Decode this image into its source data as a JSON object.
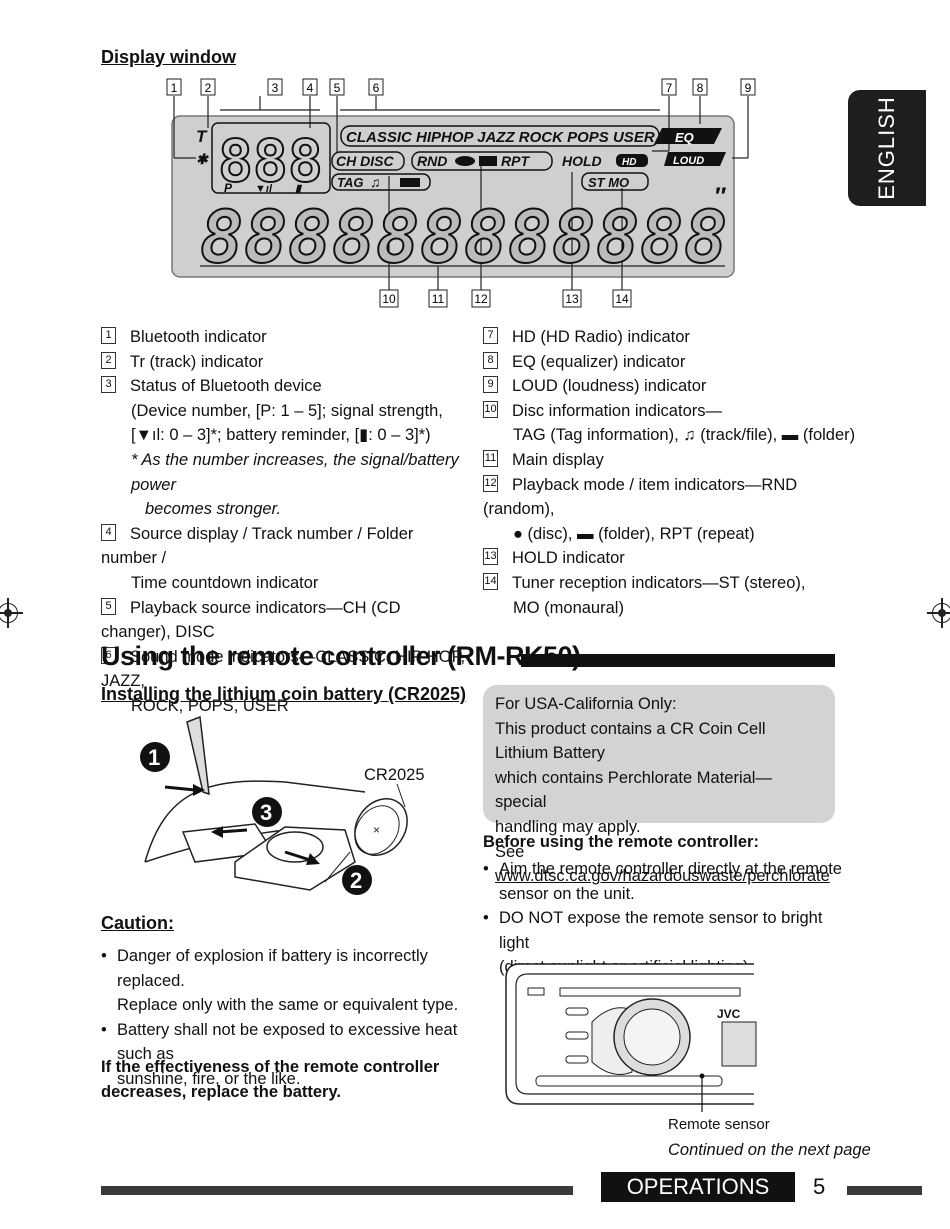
{
  "tab": "ENGLISH",
  "display_window": {
    "title": "Display window",
    "lcd": {
      "sound_modes": "CLASSIC HIPHOP JAZZ ROCK POPS USER",
      "eq": "EQ",
      "loud": "LOUD",
      "t": "T",
      "source": "CH DISC",
      "playmode": "RND",
      "rpt": "RPT",
      "hold": "HOLD",
      "hd": "HD",
      "tag": "TAG",
      "stmo": "ST MO",
      "p": "P"
    },
    "callouts_top": [
      "1",
      "2",
      "3",
      "4",
      "5",
      "6",
      "7",
      "8",
      "9"
    ],
    "callouts_bottom": [
      "10",
      "11",
      "12",
      "13",
      "14"
    ],
    "left_items": [
      {
        "num": "1",
        "lines": [
          "Bluetooth indicator"
        ]
      },
      {
        "num": "2",
        "lines": [
          "Tr (track) indicator"
        ]
      },
      {
        "num": "3",
        "lines": [
          "Status of Bluetooth device",
          "(Device number, [P: 1 – 5]; signal strength,",
          "[▼ıl: 0 – 3]*; battery reminder, [▮: 0 – 3]*)"
        ]
      },
      {
        "num": "4",
        "lines": [
          "Source display / Track number / Folder number /",
          "Time countdown indicator"
        ]
      },
      {
        "num": "5",
        "lines": [
          "Playback source indicators—CH (CD changer), DISC"
        ]
      },
      {
        "num": "6",
        "lines": [
          "Sound mode indicators—CLASSIC, HIP HOP, JAZZ,",
          "ROCK, POPS, USER"
        ]
      }
    ],
    "footnote_star": "*",
    "footnote": [
      "As the number increases, the signal/battery power",
      "becomes stronger."
    ],
    "right_items": [
      {
        "num": "7",
        "lines": [
          "HD (HD Radio) indicator"
        ]
      },
      {
        "num": "8",
        "lines": [
          "EQ (equalizer) indicator"
        ]
      },
      {
        "num": "9",
        "lines": [
          "LOUD (loudness) indicator"
        ]
      },
      {
        "num": "10",
        "lines": [
          "Disc information indicators—",
          "TAG (Tag information), ♫ (track/file), ▬ (folder)"
        ]
      },
      {
        "num": "11",
        "lines": [
          "Main display"
        ]
      },
      {
        "num": "12",
        "lines": [
          "Playback mode / item indicators—RND (random),",
          "● (disc), ▬ (folder), RPT (repeat)"
        ]
      },
      {
        "num": "13",
        "lines": [
          "HOLD indicator"
        ]
      },
      {
        "num": "14",
        "lines": [
          "Tuner reception indicators—ST (stereo),",
          "MO (monaural)"
        ]
      }
    ]
  },
  "remote": {
    "heading": "Using the remote controller (RM-RK50)",
    "battery_title": "Installing the lithium coin battery (CR2025)",
    "cr2025": "CR2025",
    "steps": [
      "➊",
      "➋",
      "➌"
    ],
    "caution_title": "Caution:",
    "cautions": [
      [
        "Danger of explosion if battery is incorrectly replaced.",
        "Replace only with the same or equivalent type."
      ],
      [
        "Battery shall not be exposed to excessive heat such as",
        "sunshine, fire, or the like."
      ]
    ],
    "effectiveness": [
      "If the effectiveness of the remote controller",
      "decreases, replace the battery."
    ],
    "california": {
      "lines": [
        "For USA-California Only:",
        "This product contains a CR Coin Cell Lithium Battery",
        "which contains Perchlorate Material—special",
        "handling may apply."
      ],
      "see": "See ",
      "link": "www.dtsc.ca.gov/hazardouswaste/perchlorate"
    },
    "before_title": "Before using the remote controller:",
    "before_items": [
      [
        "Aim the remote controller directly at the remote",
        "sensor on the unit."
      ],
      [
        "DO NOT expose the remote sensor to bright light",
        "(direct sunlight or artificial lighting)."
      ]
    ],
    "unit_brand": "JVC",
    "sensor_label": "Remote sensor",
    "continued": "Continued on the next page"
  },
  "footer": {
    "section": "OPERATIONS",
    "page": "5"
  }
}
